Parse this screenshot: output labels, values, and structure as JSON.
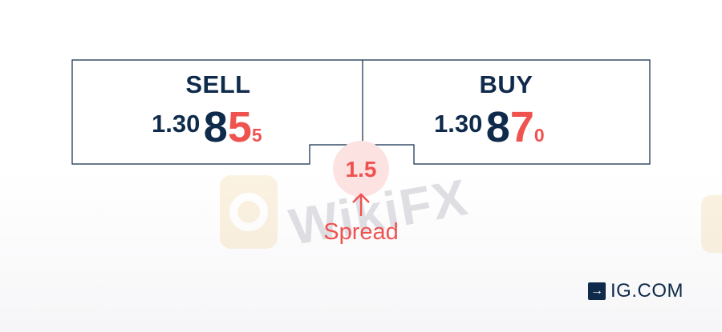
{
  "sell": {
    "label": "SELL",
    "price_prefix": "1.30",
    "price_big": "8",
    "price_big_red": "5",
    "price_tiny": "5"
  },
  "buy": {
    "label": "BUY",
    "price_prefix": "1.30",
    "price_big": "8",
    "price_big_red": "7",
    "price_tiny": "0"
  },
  "spread": {
    "value": "1.5",
    "label": "Spread",
    "icon": "arrow-up-icon"
  },
  "watermark": {
    "text": "WikiFX"
  },
  "brand": {
    "icon": "arrow-right-box-icon",
    "text": "IG.COM"
  },
  "colors": {
    "navy": "#0f2a4a",
    "accent_red": "#ef5350",
    "spread_bg": "#fde2e2"
  }
}
